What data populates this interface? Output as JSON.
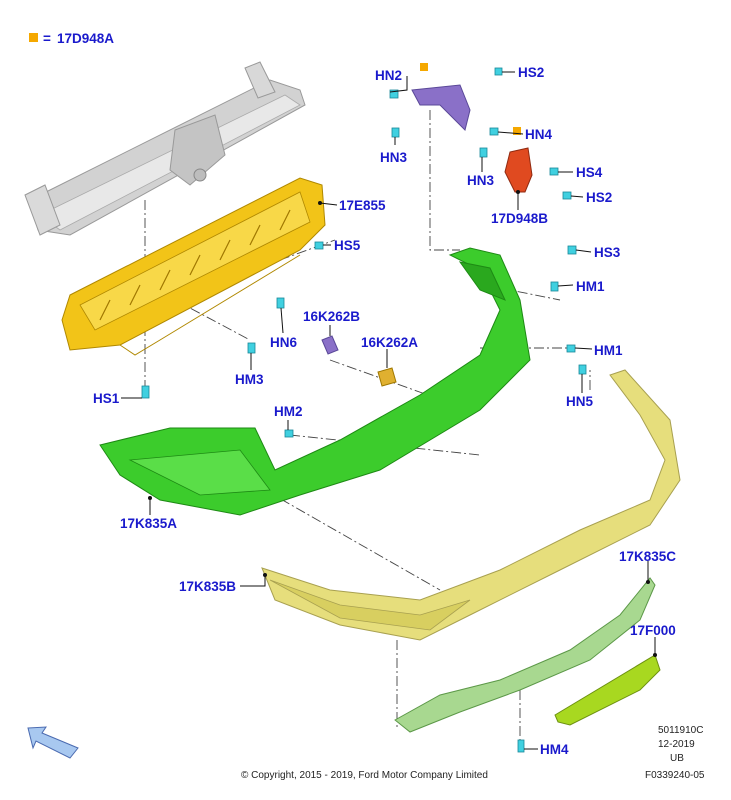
{
  "legend": {
    "swatch_color": "#f5a800",
    "equals": "=",
    "code": "17D948A"
  },
  "labels": {
    "hn2": "HN2",
    "hs2_top": "HS2",
    "hn4": "HN4",
    "hn3_a": "HN3",
    "hn3_b": "HN3",
    "hs4": "HS4",
    "hs2_b": "HS2",
    "b17d948b": "17D948B",
    "b17e855": "17E855",
    "hs5": "HS5",
    "hs3": "HS3",
    "hm1_a": "HM1",
    "hm1_b": "HM1",
    "hn6": "HN6",
    "b16k262b": "16K262B",
    "b16k262a": "16K262A",
    "hm3": "HM3",
    "hs1": "HS1",
    "hn5": "HN5",
    "hm2": "HM2",
    "b17k835a": "17K835A",
    "b17k835c": "17K835C",
    "b17k835b": "17K835B",
    "b17f000": "17F000",
    "hm4": "HM4"
  },
  "colors": {
    "gray_part": "#cfcfcf",
    "yellow_part": "#f0c020",
    "green_part": "#3ccc2c",
    "khaki_part": "#e6de7c",
    "light_green_part": "#a8d890",
    "lime_part": "#a8d820",
    "purple_part": "#8a70c8",
    "red_part": "#e04a20",
    "fastener": "#40d0e0",
    "label": "#1a1acc"
  },
  "footer": {
    "doc_number": "5011910C",
    "date": "12-2019",
    "region": "UB",
    "copyright": "© Copyright, 2015 - 2019, Ford Motor Company Limited",
    "figure_id": "F0339240-05"
  },
  "icons": {
    "arrow": "front-direction-arrow-icon"
  }
}
